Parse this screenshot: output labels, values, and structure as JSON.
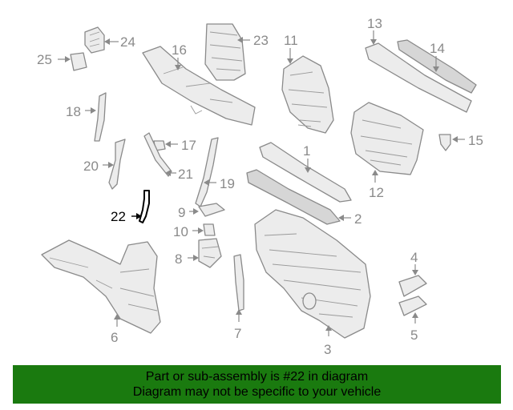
{
  "callouts": {
    "n1": "1",
    "n2": "2",
    "n3": "3",
    "n4": "4",
    "n5": "5",
    "n6": "6",
    "n7": "7",
    "n8": "8",
    "n9": "9",
    "n10": "10",
    "n11": "11",
    "n12": "12",
    "n13": "13",
    "n14": "14",
    "n15": "15",
    "n16": "16",
    "n17": "17",
    "n18": "18",
    "n19": "19",
    "n20": "20",
    "n21": "21",
    "n22": "22",
    "n23": "23",
    "n24": "24",
    "n25": "25"
  },
  "highlighted_part": "22",
  "banner": {
    "line1": "Part or sub-assembly is #22 in diagram",
    "line2": "Diagram may not be specific to your vehicle"
  },
  "colors": {
    "banner_background": "#1a7a0f",
    "part_line": "#8a8a8a",
    "highlight": "#000000"
  }
}
